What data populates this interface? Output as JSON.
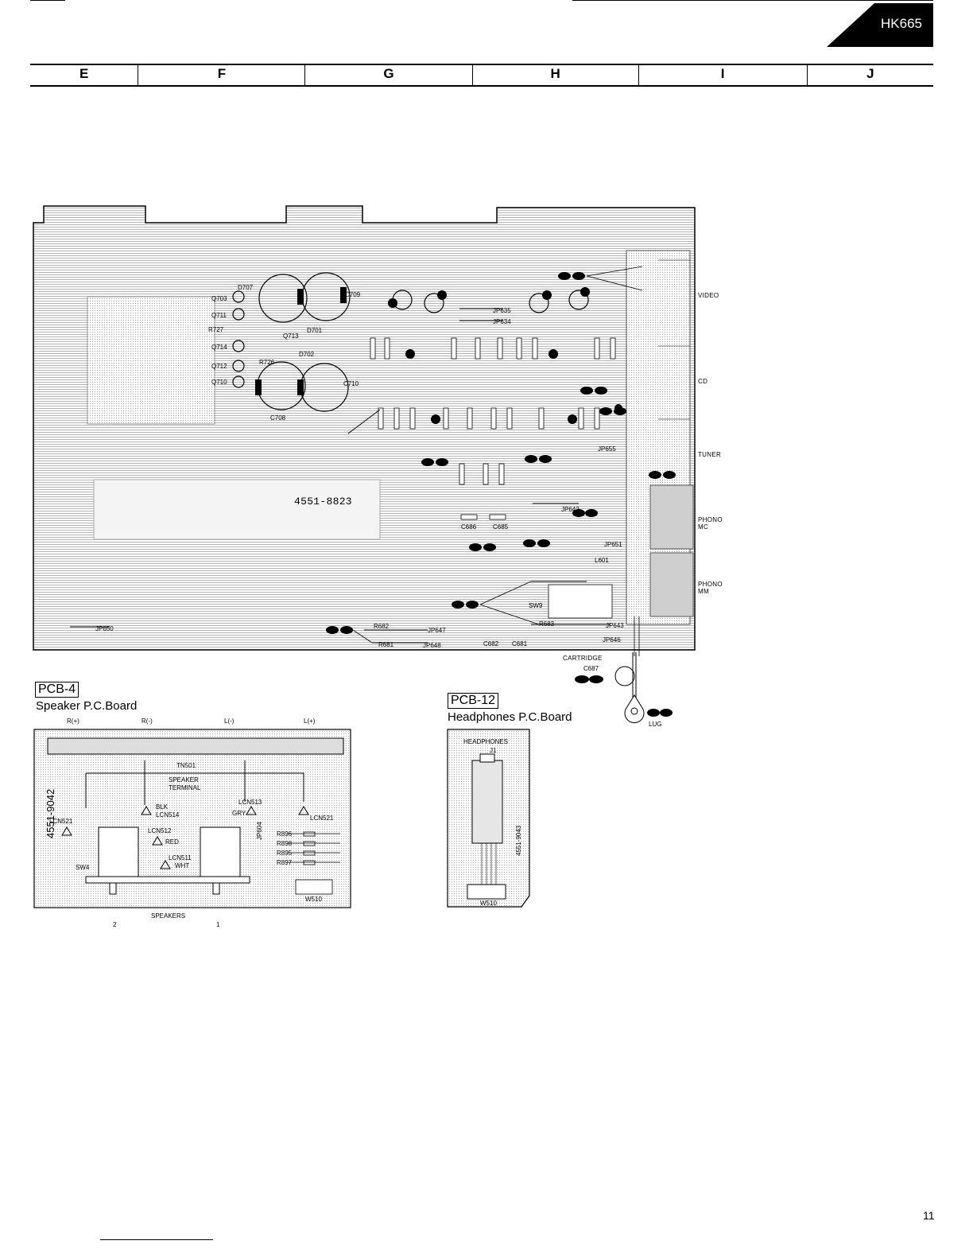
{
  "header": {
    "model_badge": "HK665",
    "columns": [
      "E",
      "F",
      "G",
      "H",
      "I",
      "J"
    ]
  },
  "main_board": {
    "board_number": "4551-8823",
    "connectors": [
      "VIDEO",
      "CD",
      "TUNER",
      "PHONO\nMC",
      "PHONO\nMM"
    ],
    "cartridge_label": "CARTRIDGE",
    "component_labels": [
      "D707",
      "Q703",
      "Q711",
      "R727",
      "Q714",
      "Q712",
      "Q710",
      "R726",
      "D701",
      "Q713",
      "D702",
      "C709",
      "C710",
      "C708",
      "JP635",
      "JP634",
      "JP642",
      "JP643",
      "JP647",
      "JP648",
      "JP650",
      "JP651",
      "JP655",
      "JP646",
      "R682",
      "R681",
      "R683",
      "C686",
      "C685",
      "C682",
      "C681",
      "SW9",
      "L601",
      "C687",
      "LUG"
    ]
  },
  "pcb4": {
    "tag": "PCB-4",
    "title": "Speaker P.C.Board",
    "terminals": [
      "R(+)",
      "R(-)",
      "L(-)",
      "L(+)"
    ],
    "board_number": "4551-9042",
    "labels": [
      "TN501",
      "SPEAKER",
      "TERMINAL",
      "BLK",
      "LCN514",
      "LCN513",
      "GRY",
      "LCN521",
      "LCN521",
      "LCN512",
      "RED",
      "LCN511",
      "WHT",
      "JP604",
      "R896",
      "R898",
      "R895",
      "R897",
      "W510",
      "SW4"
    ],
    "speakers_label": "SPEAKERS",
    "speakers_left": "2",
    "speakers_right": "1"
  },
  "pcb12": {
    "tag": "PCB-12",
    "title": "Headphones P.C.Board",
    "jack_label": "HEADPHONES",
    "jack_id": "J1",
    "board_number": "4551-9043",
    "conn_label": "W510"
  },
  "footer": {
    "page_number": "11"
  },
  "colors": {
    "ink": "#000000",
    "board_shade": "#bdbdbd",
    "badge_fill": "#000000",
    "badge_text": "#ffffff"
  }
}
